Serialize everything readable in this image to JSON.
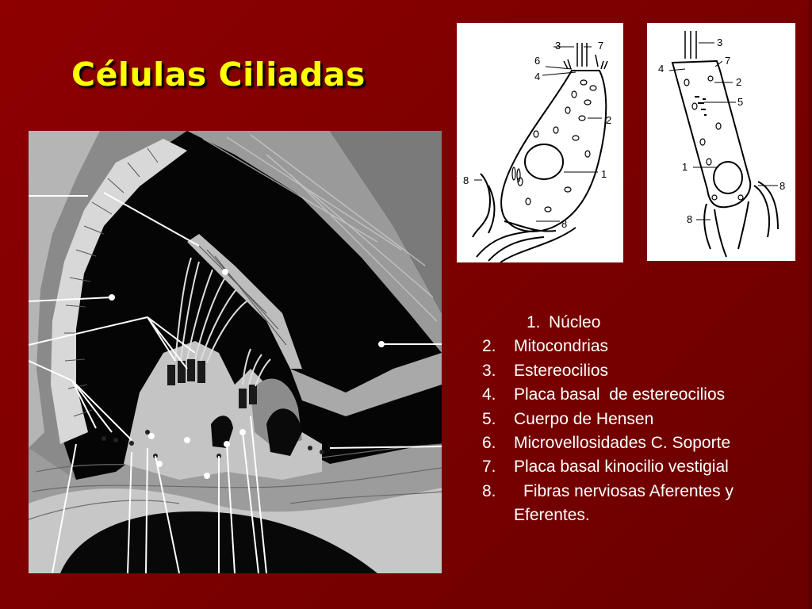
{
  "slide": {
    "title": "Células Ciliadas",
    "background_color": "#7d0000",
    "title_color": "#ffff00"
  },
  "figures": {
    "histology_image": {
      "icon": "cochlea-histology-illustration"
    },
    "hair_cell_type1": {
      "icon": "hair-cell-type-1-diagram",
      "labels": [
        "3",
        "7",
        "6",
        "4",
        "2",
        "1",
        "8",
        "8"
      ]
    },
    "hair_cell_type2": {
      "icon": "hair-cell-type-2-diagram",
      "labels": [
        "3",
        "4",
        "7",
        "2",
        "5",
        "1",
        "8",
        "8"
      ]
    }
  },
  "legend": {
    "items": [
      {
        "num": "1.",
        "text": "Núcleo"
      },
      {
        "num": "2.",
        "text": "Mitocondrias"
      },
      {
        "num": "3.",
        "text": "Estereocilios"
      },
      {
        "num": "4.",
        "text": "Placa basal  de estereocilios"
      },
      {
        "num": "5.",
        "text": "Cuerpo de Hensen"
      },
      {
        "num": "6.",
        "text": "Microvellosidades C. Soporte"
      },
      {
        "num": "7.",
        "text": "Placa basal kinocilio vestigial"
      },
      {
        "num": "8.",
        "text": "Fibras nerviosas Aferentes y"
      }
    ],
    "continuation": "Eferentes."
  }
}
